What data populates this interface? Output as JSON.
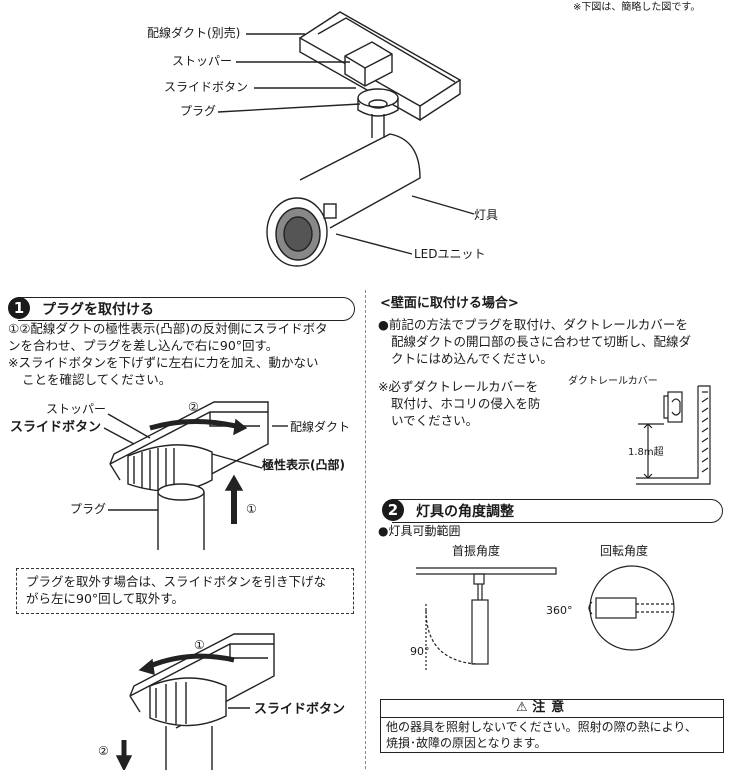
{
  "note_top": "※下図は、簡略した図です。",
  "top_diagram": {
    "labels": {
      "duct": "配線ダクト(別売)",
      "stopper": "ストッパー",
      "slide_button": "スライドボタン",
      "plug": "プラグ",
      "fixture": "灯具",
      "led_unit": "LEDユニット"
    }
  },
  "section1": {
    "num": "1",
    "title": "プラグを取付ける",
    "lines": [
      "①②配線ダクトの極性表示(凸部)の反対側にスライドボタ",
      "ンを合わせ、プラグを差し込んで右に90°回す。",
      "※スライドボタンを下げずに左右に力を加え、動かない",
      "ことを確認してください。"
    ],
    "diagram": {
      "stopper": "ストッパー",
      "slide_button": "スライドボタン",
      "duct": "配線ダクト",
      "polarity": "極性表示(凸部)",
      "plug": "プラグ",
      "step1": "①",
      "step2": "②"
    },
    "remove_box": [
      "プラグを取外す場合は、スライドボタンを引き下げな",
      "がら左に90°回して取外す。"
    ],
    "remove_diagram": {
      "step1": "①",
      "step2": "②",
      "slide_button": "スライドボタン"
    }
  },
  "wall": {
    "heading": "<壁面に取付ける場合>",
    "lines": [
      "●前記の方法でプラグを取付け、ダクトレールカバーを",
      "配線ダクトの開口部の長さに合わせて切断し、配線ダ",
      "クトにはめ込んでください。"
    ],
    "note_lines": [
      "※必ずダクトレールカバーを",
      "取付け、ホコリの侵入を防",
      "いでください。"
    ],
    "cover_label": "ダクトレールカバー",
    "height_label": "1.8m超"
  },
  "section2": {
    "num": "2",
    "title": "灯具の角度調整",
    "range_label": "●灯具可動範囲",
    "tilt_label": "首振角度",
    "rotate_label": "回転角度",
    "tilt_deg": "90°",
    "rotate_deg": "360°"
  },
  "caution": {
    "title": "注意",
    "icon": "warning-triangle-icon",
    "lines": [
      "他の器具を照射しないでください。照射の際の熱により、",
      "焼損･故障の原因となります。"
    ]
  }
}
